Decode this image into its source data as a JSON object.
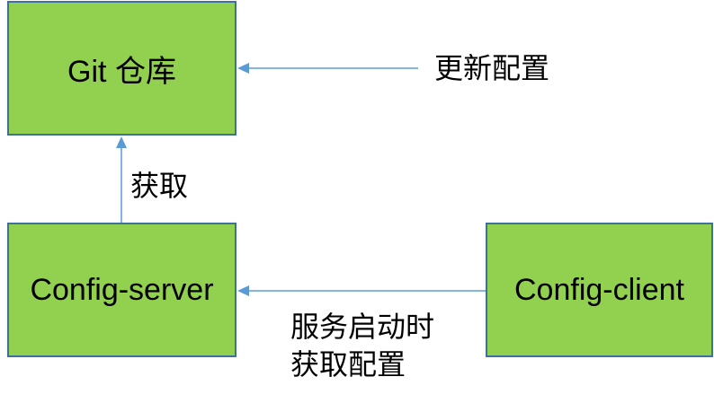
{
  "colors": {
    "box_fill": "#92d050",
    "box_border": "#3f6f9f",
    "arrow": "#5b9bd5",
    "text": "#000000"
  },
  "nodes": {
    "git": {
      "label": "Git 仓库"
    },
    "server": {
      "label": "Config-server"
    },
    "client": {
      "label": "Config-client"
    }
  },
  "edges": {
    "update": {
      "label": "更新配置"
    },
    "fetch": {
      "label": "获取"
    },
    "startup": {
      "line1": "服务启动时",
      "line2": "获取配置"
    }
  }
}
